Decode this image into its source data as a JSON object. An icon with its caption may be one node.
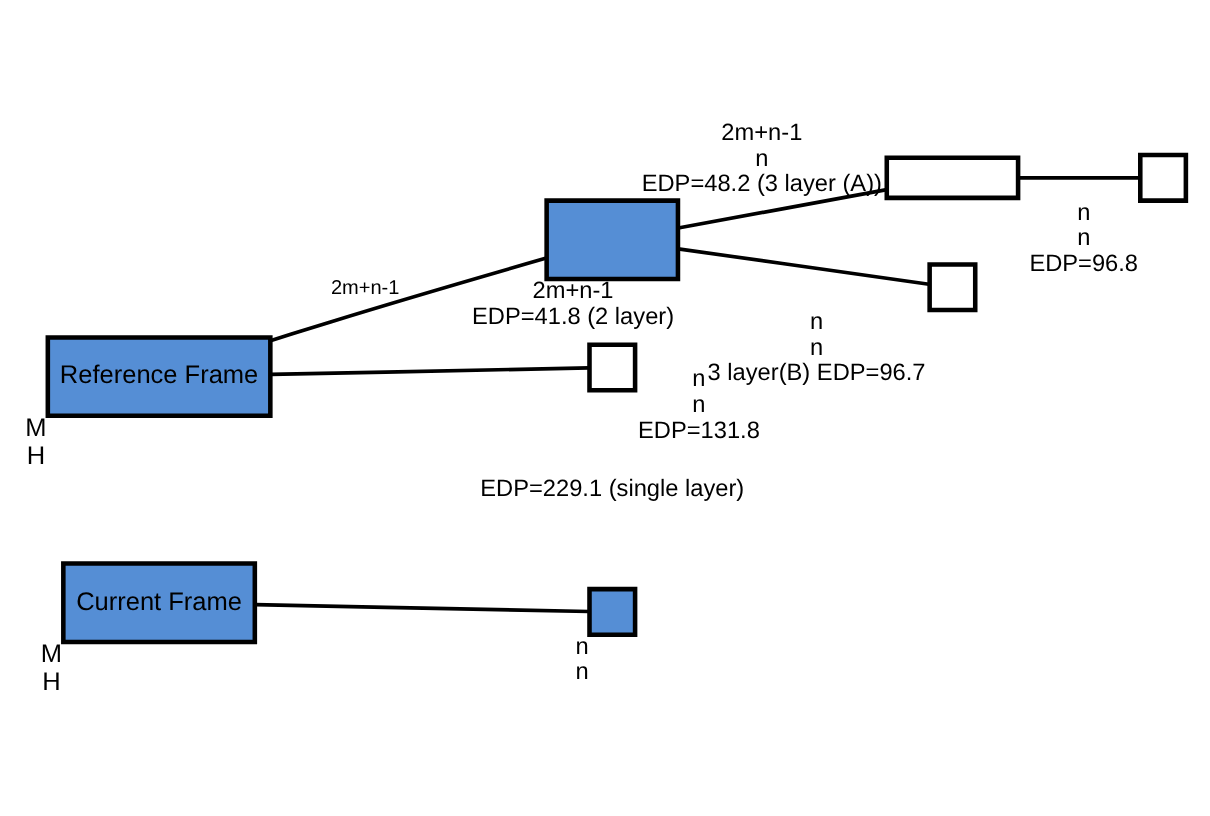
{
  "diagram": {
    "nodes": [
      {
        "text": [
          "Reference Frame"
        ],
        "beside": [
          "M",
          "H"
        ]
      },
      {
        "text": [],
        "shape": "box",
        "beside": [
          "2m+n-1",
          "EDP=41.8 (2 layer)"
        ]
      },
      {
        "text": [],
        "shape": "box",
        "beside": [
          "2m+n-1",
          "n",
          "EDP=48.2 (3 layer (A))"
        ]
      },
      {
        "text": [],
        "shape": "box",
        "beside": [
          "n",
          "n",
          "EDP=96.8"
        ]
      },
      {
        "text": [],
        "shape": "box",
        "beside": [
          "n",
          "n",
          "3 layer(B) EDP=96.7"
        ]
      },
      {
        "text": [],
        "shape": "box",
        "beside": [
          "n",
          "n",
          "EDP=131.8"
        ]
      },
      {
        "text": [
          "Current Frame"
        ],
        "beside": [
          "M",
          "H"
        ]
      },
      {
        "text": [],
        "shape": "box",
        "beside": [
          "n",
          "n"
        ]
      }
    ],
    "edges": [
      {
        "from": 0,
        "to": 1,
        "arrow": "none",
        "label": "2m+n-1"
      },
      {
        "from": 0,
        "to": 5,
        "arrow": "none"
      },
      {
        "from": 1,
        "to": 2,
        "arrow": "none"
      },
      {
        "from": 1,
        "to": 4,
        "arrow": "none"
      },
      {
        "from": 2,
        "to": 3,
        "arrow": "none"
      },
      {
        "from": 6,
        "to": 7,
        "arrow": "none"
      }
    ],
    "labels": [
      "EDP=229.1 (single layer)"
    ]
  }
}
